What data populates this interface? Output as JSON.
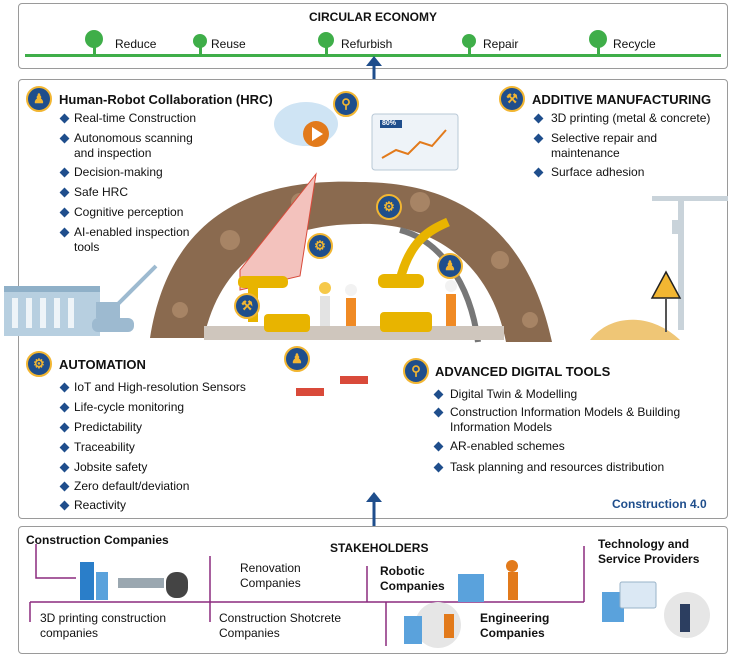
{
  "circular_economy": {
    "title": "CIRCULAR ECONOMY",
    "items": [
      "Reduce",
      "Reuse",
      "Refurbish",
      "Repair",
      "Recycle"
    ]
  },
  "hrc": {
    "title": "Human-Robot Collaboration (HRC)",
    "items": [
      "Real-time Construction",
      "Autonomous scanning and inspection",
      "Decision-making",
      "Safe HRC",
      "Cognitive perception",
      "AI-enabled inspection tools"
    ]
  },
  "additive": {
    "title": "ADDITIVE MANUFACTURING",
    "items": [
      "3D printing (metal & concrete)",
      "Selective repair and maintenance",
      "Surface adhesion"
    ]
  },
  "automation": {
    "title": "AUTOMATION",
    "items": [
      "IoT and High-resolution Sensors",
      "Life-cycle monitoring",
      "Predictability",
      "Traceability",
      "Jobsite safety",
      "Zero default/deviation",
      "Reactivity"
    ]
  },
  "digital": {
    "title": "ADVANCED DIGITAL TOOLS",
    "items": [
      "Digital Twin & Modelling",
      "Construction Information Models & Building Information Models",
      "AR-enabled schemes",
      "Task planning and resources distribution"
    ]
  },
  "construction_label": "Construction 4.0",
  "screen_value": "80%",
  "stakeholders": {
    "title": "STAKEHOLDERS",
    "construction_companies": "Construction Companies",
    "printing_companies": "3D printing construction companies",
    "renovation_companies": "Renovation Companies",
    "shotcrete_companies": "Construction Shotcrete Companies",
    "robotic_companies": "Robotic Companies",
    "engineering_companies": "Engineering Companies",
    "tech_providers": "Technology and Service Providers"
  },
  "colors": {
    "navy": "#1f4e8c",
    "green": "#3fae49",
    "gold": "#f2b632",
    "purple": "#8b2a7e",
    "rock": "#8a6a4f",
    "robot": "#e8b400"
  }
}
